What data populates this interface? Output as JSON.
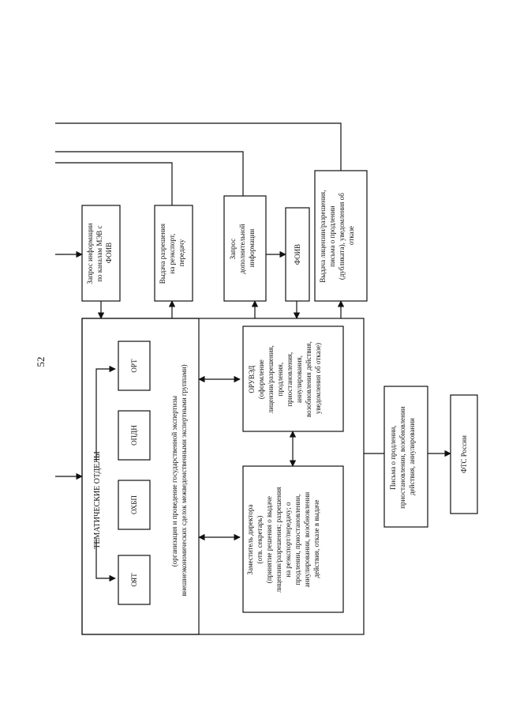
{
  "page_number": "52",
  "boxes": {
    "request_mev": [
      "Запрос информации",
      "по каналам МЭВ с",
      "ФОИВ"
    ],
    "issue_reexport": [
      "Выдача разрешения",
      "на реэкспорт,",
      "передачу"
    ],
    "request_additional": [
      "Запрос",
      "дополнительной",
      "информации"
    ],
    "foiv": [
      "ФОИВ"
    ],
    "issue_license": [
      "Выдача лицензии/разрешения,",
      "письма о продлении",
      "(дубликата), уведомления об",
      "отказе"
    ],
    "thematic": {
      "title": "ТЕМАТИЧЕСКИЕ ОТДЕЛЫ",
      "departments": [
        "ОЯТ",
        "ОХБП",
        "ОПДН",
        "ОРТ"
      ],
      "description": [
        "(организация и проведение государственной экспертизы",
        "внешнеэкономических сделок межведомственными экспертными группами)"
      ]
    },
    "oruved": [
      "ОРУВЭД",
      "(оформление",
      "лицензии/разрешения,",
      "продления,",
      "приостановления,",
      "аннулирования,",
      "возобновления действия,",
      "уведомления об отказе)"
    ],
    "deputy": [
      "Заместитель директора",
      "(отв. секретарь)",
      "(принятие решения о выдаче",
      "лицензии/разрешения; разрешения",
      "на реэкспорт/передачу; о",
      "продлении, приостановлении,",
      "аннулировании, возобновлении",
      "действия, отказе в выдаче"
    ],
    "letters": [
      "Письма о продлении,",
      "приостановлении, возобновлении",
      "действия, аннулировании"
    ],
    "fts": [
      "ФТС России"
    ]
  }
}
